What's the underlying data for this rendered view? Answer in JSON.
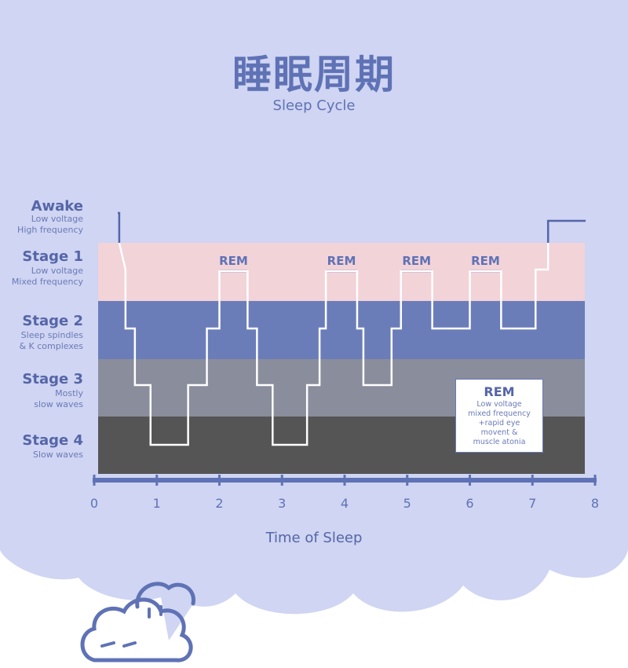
{
  "title": "睡眠周期",
  "subtitle": "Sleep Cycle",
  "stages": [
    {
      "name": "Awake",
      "desc": "Low voltage\nHigh frequency"
    },
    {
      "name": "Stage 1",
      "desc": "Low voltage\nMixed frequency"
    },
    {
      "name": "Stage 2",
      "desc": "Sleep spindles\n& K complexes"
    },
    {
      "name": "Stage 3",
      "desc": "Mostly\nslow waves"
    },
    {
      "name": "Stage 4",
      "desc": "Slow waves"
    }
  ],
  "rem_box": {
    "title": "REM",
    "desc": "Low voltage\nmixed frequency\n+rapid eye\nmovent &\nmuscle atonia"
  },
  "colors": {
    "background": "#cfd5f2",
    "stage1_band": "#f2d3d8",
    "stage2_band": "#6b7db8",
    "stage3_band": "#8a8d9c",
    "stage4_band": "#555556",
    "accent": "#5f72b5",
    "trace": "#ffffff"
  },
  "chart_data": {
    "type": "line",
    "title": "",
    "xlabel": "Time of Sleep",
    "ylabel": "",
    "xlim": [
      0,
      8
    ],
    "x_ticks": [
      "0",
      "1",
      "2",
      "3",
      "4",
      "5",
      "6",
      "7",
      "8"
    ],
    "y_categories": [
      "Awake",
      "Stage 1",
      "Stage 2",
      "Stage 3",
      "Stage 4"
    ],
    "rem_label": "REM",
    "series": [
      {
        "points": [
          [
            0.0,
            "Awake"
          ],
          [
            0.4,
            "Awake"
          ],
          [
            0.4,
            "Stage 1"
          ],
          [
            0.5,
            "Stage 1"
          ],
          [
            0.5,
            "Stage 2"
          ],
          [
            0.65,
            "Stage 2"
          ],
          [
            0.65,
            "Stage 3"
          ],
          [
            0.9,
            "Stage 3"
          ],
          [
            0.9,
            "Stage 4"
          ],
          [
            1.5,
            "Stage 4"
          ],
          [
            1.5,
            "Stage 3"
          ],
          [
            1.8,
            "Stage 3"
          ],
          [
            1.8,
            "Stage 2"
          ],
          [
            2.0,
            "Stage 2"
          ],
          [
            2.0,
            "REM"
          ],
          [
            2.45,
            "REM"
          ],
          [
            2.45,
            "Stage 2"
          ],
          [
            2.6,
            "Stage 2"
          ],
          [
            2.6,
            "Stage 3"
          ],
          [
            2.85,
            "Stage 3"
          ],
          [
            2.85,
            "Stage 4"
          ],
          [
            3.4,
            "Stage 4"
          ],
          [
            3.4,
            "Stage 3"
          ],
          [
            3.6,
            "Stage 3"
          ],
          [
            3.6,
            "Stage 2"
          ],
          [
            3.7,
            "Stage 2"
          ],
          [
            3.7,
            "REM"
          ],
          [
            4.2,
            "REM"
          ],
          [
            4.2,
            "Stage 2"
          ],
          [
            4.3,
            "Stage 2"
          ],
          [
            4.3,
            "Stage 3"
          ],
          [
            4.75,
            "Stage 3"
          ],
          [
            4.75,
            "Stage 2"
          ],
          [
            4.9,
            "Stage 2"
          ],
          [
            4.9,
            "REM"
          ],
          [
            5.4,
            "REM"
          ],
          [
            5.4,
            "Stage 2"
          ],
          [
            6.0,
            "Stage 2"
          ],
          [
            6.0,
            "REM"
          ],
          [
            6.5,
            "REM"
          ],
          [
            6.5,
            "Stage 2"
          ],
          [
            7.05,
            "Stage 2"
          ],
          [
            7.05,
            "Stage 1"
          ],
          [
            7.25,
            "Stage 1"
          ],
          [
            7.25,
            "Awake"
          ],
          [
            7.85,
            "Awake"
          ]
        ]
      }
    ],
    "rem_periods": [
      [
        2.0,
        2.45
      ],
      [
        3.7,
        4.2
      ],
      [
        4.9,
        5.4
      ],
      [
        6.0,
        6.5
      ]
    ]
  }
}
